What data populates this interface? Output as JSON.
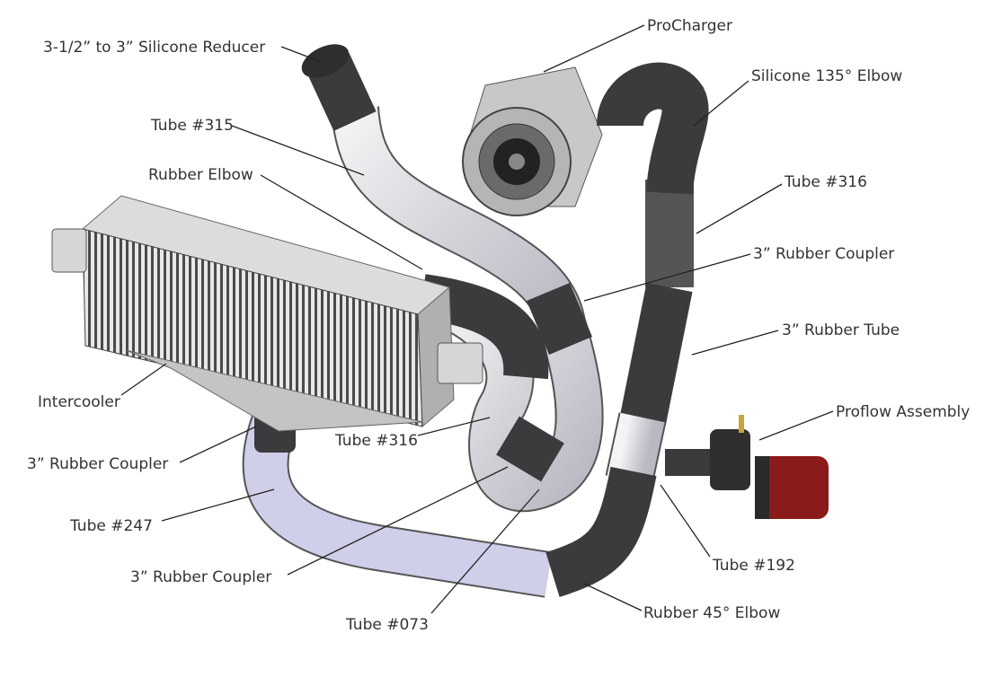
{
  "diagram": {
    "labels": {
      "reducer": "3-1/2” to 3” Silicone Reducer",
      "procharger": "ProCharger",
      "silicone_elbow": "Silicone 135° Elbow",
      "tube315": "Tube #315",
      "rubber_elbow": "Rubber Elbow",
      "tube316_top": "Tube #316",
      "coupler_top": "3” Rubber Coupler",
      "rubber_tube": "3” Rubber Tube",
      "intercooler": "Intercooler",
      "proflow": "Proflow Assembly",
      "tube316_mid": "Tube #316",
      "coupler_left": "3” Rubber Coupler",
      "tube247": "Tube #247",
      "coupler_bottom": "3” Rubber Coupler",
      "tube073": "Tube #073",
      "tube192": "Tube #192",
      "rubber45": "Rubber 45° Elbow"
    },
    "colors": {
      "metal": "#d9d9de",
      "rubber": "#3b3b3e",
      "filter": "#8b1a1a",
      "pipe_blue": "#c9c9e6"
    }
  }
}
